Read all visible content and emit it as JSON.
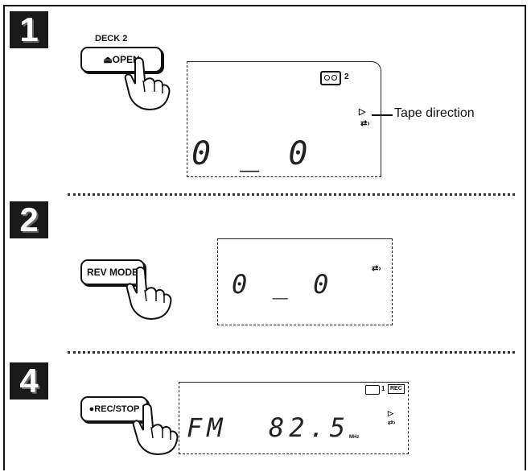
{
  "steps": [
    {
      "number": "1"
    },
    {
      "number": "2"
    },
    {
      "number": "4"
    }
  ],
  "step1": {
    "deck_label": "DECK 2",
    "button_label": "⏏OPEN",
    "deck_number": "2",
    "display": "0 _ 0",
    "direction_callout": "Tape direction"
  },
  "step2": {
    "button_label": "REV MODE",
    "display": "0 _ 0"
  },
  "step4": {
    "button_label": "●REC/STOP",
    "display_band": "FM",
    "display_freq": "82.5",
    "unit": "MHz",
    "deck_number": "1",
    "rec_badge": "REC"
  }
}
